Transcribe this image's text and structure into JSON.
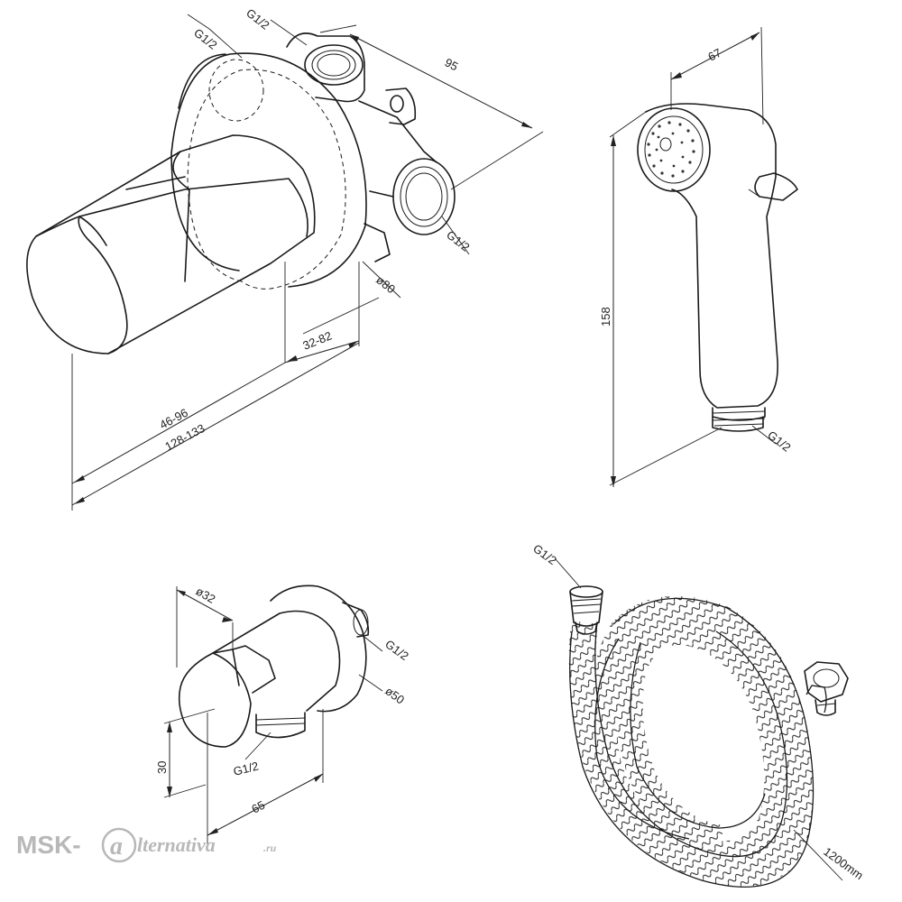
{
  "views": {
    "mixer": {
      "thread_top_left": "G1/2",
      "thread_top_right": "G1/2",
      "thread_outlet": "G1/2",
      "body_length": "95",
      "plate_diameter": "ø80",
      "depth_adjust": "32-82",
      "handle_range": "46-96",
      "overall_range": "128-133"
    },
    "hand_shower": {
      "width": "67",
      "length": "158",
      "thread": "G1/2"
    },
    "wall_outlet": {
      "holder_diameter": "ø32",
      "thread_inlet": "G1/2",
      "plate_diameter": "ø50",
      "height": "30",
      "thread_outlet": "G1/2",
      "depth": "65"
    },
    "hose": {
      "thread": "G1/2",
      "length": "1200mm"
    }
  },
  "watermark": {
    "prefix": "MSK-",
    "glyph": "a",
    "suffix": "lternativa",
    "domain": ".ru"
  },
  "colors": {
    "line": "#1a1a1a",
    "watermark": "#b8b8b8"
  }
}
